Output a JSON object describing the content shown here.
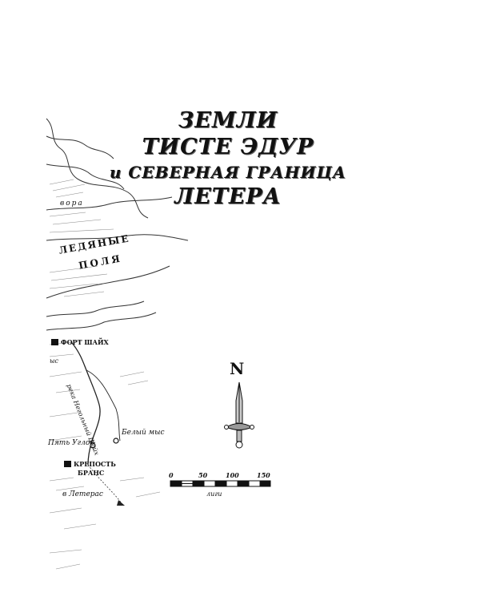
{
  "title": {
    "line1": "ЗЕМЛИ",
    "line2": "ТИСТЕ ЭДУР",
    "line3": "и СЕВЕРНАЯ ГРАНИЦА",
    "line4": "ЛЕТЕРА"
  },
  "map_labels": {
    "river_fragment": "вора",
    "ice_fields_1": "ЛЕДЯНЫЕ",
    "ice_fields_2": "ПОЛЯ",
    "fort": "ФОРТ ШАЙХ",
    "cape_fragment": "ыс",
    "river": "река Негольный Шайх",
    "white_cape": "Белый мыс",
    "five_corners": "Пять Углов",
    "fortress_1": "КРЕПОСТЬ",
    "fortress_2": "БРАНС",
    "to_letheras": "в Летерас"
  },
  "compass": {
    "north": "N"
  },
  "scale": {
    "ticks": [
      "0",
      "50",
      "100",
      "150"
    ],
    "unit": "лиги"
  }
}
